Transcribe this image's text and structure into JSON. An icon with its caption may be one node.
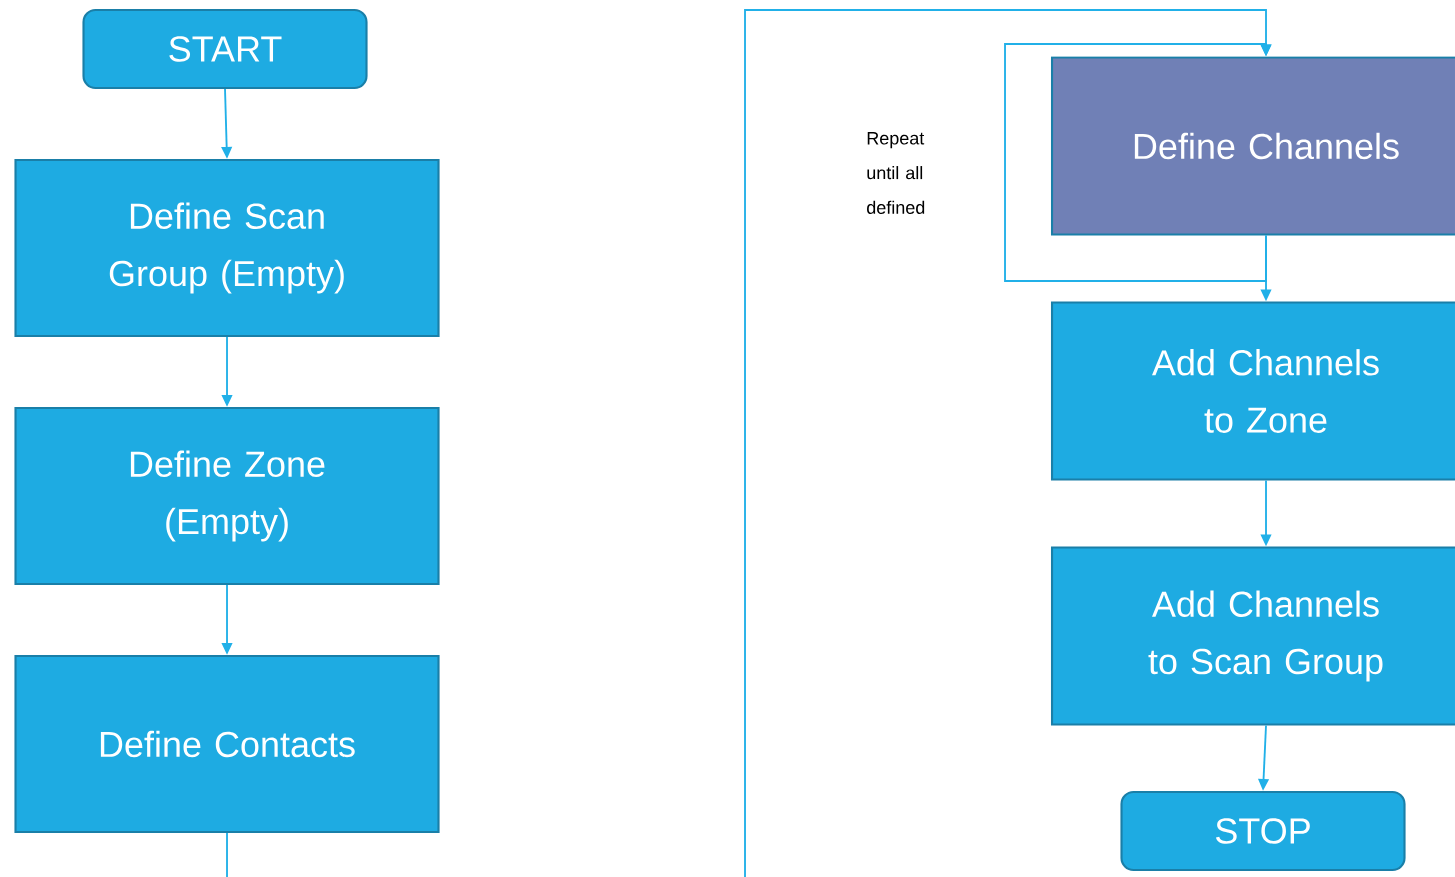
{
  "diagram": {
    "nodes": [
      {
        "text": [
          "START"
        ]
      },
      {
        "text": [
          "Define Scan Group (Empty)"
        ]
      },
      {
        "text": [
          "Define Zone (Empty)"
        ]
      },
      {
        "text": [
          "Define Contacts"
        ]
      },
      {
        "text": [
          "Define Channels"
        ]
      },
      {
        "text": [
          "Add Channels to Zone"
        ]
      },
      {
        "text": [
          "Add Channels to Scan Group"
        ]
      },
      {
        "text": [
          "STOP"
        ]
      }
    ],
    "edges": [
      {
        "from": 0,
        "to": 1,
        "arrow": "to"
      },
      {
        "from": 1,
        "to": 2,
        "arrow": "to"
      },
      {
        "from": 2,
        "to": 3,
        "arrow": "to"
      },
      {
        "from": 3,
        "to": 4,
        "arrow": "to"
      },
      {
        "from": 4,
        "to": 4,
        "arrow": "to"
      },
      {
        "from": 4,
        "to": 5,
        "arrow": "to"
      },
      {
        "from": 5,
        "to": 6,
        "arrow": "to"
      },
      {
        "from": 6,
        "to": 7,
        "arrow": "to"
      }
    ],
    "labels": [
      "Repeat until all defined"
    ]
  }
}
